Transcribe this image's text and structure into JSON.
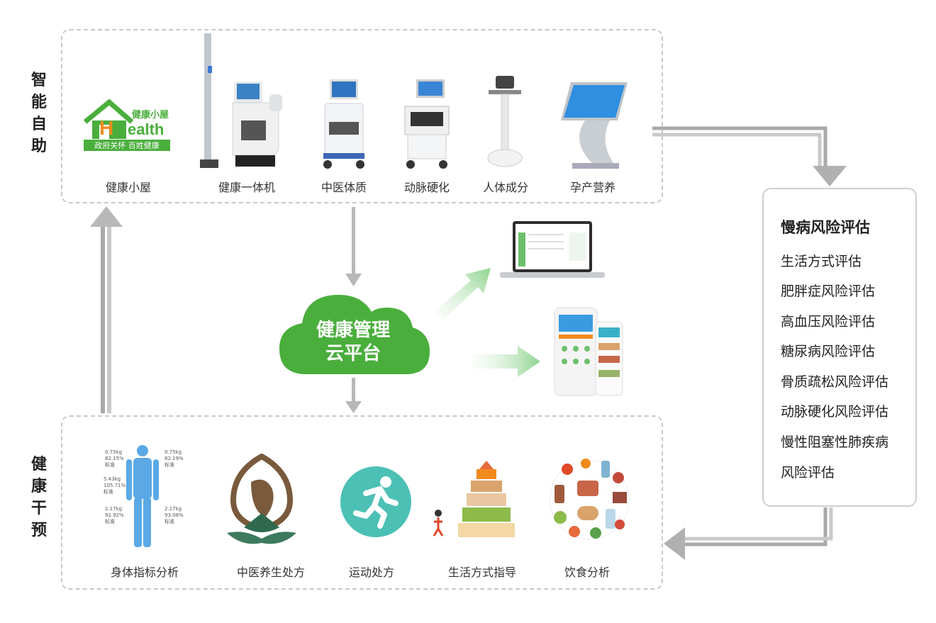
{
  "top_section": {
    "vertical_label": [
      "智",
      "能",
      "自",
      "助"
    ],
    "devices": [
      {
        "name": "健康小屋"
      },
      {
        "name": "健康一体机"
      },
      {
        "name": "中医体质"
      },
      {
        "name": "动脉硬化"
      },
      {
        "name": "人体成分"
      },
      {
        "name": "孕产营养"
      }
    ],
    "logo": {
      "top_text": "健康小屋",
      "main_text": "ealth",
      "letter": "H",
      "bottom_text": "政府关怀  百姓健康"
    }
  },
  "cloud": {
    "line1": "健康管理",
    "line2": "云平台"
  },
  "risk_panel": {
    "title": "慢病风险评估",
    "items": [
      "生活方式评估",
      "肥胖症风险评估",
      "高血压风险评估",
      "糖尿病风险评估",
      "骨质疏松风险评估",
      "动脉硬化风险评估",
      "慢性阻塞性肺疾病",
      "风险评估"
    ]
  },
  "bottom_section": {
    "vertical_label": [
      "健",
      "康",
      "干",
      "预"
    ],
    "items": [
      {
        "name": "身体指标分析"
      },
      {
        "name": "中医养生处方"
      },
      {
        "name": "运动处方"
      },
      {
        "name": "生活方式指导"
      },
      {
        "name": "饮食分析"
      }
    ],
    "body_metrics": {
      "left": [
        [
          "0.75kg",
          "82.15%",
          "标准"
        ],
        [
          "5.43kg",
          "105.71%",
          "标准"
        ],
        [
          "2.17kg",
          "92.92%",
          "标准"
        ]
      ],
      "right": [
        [
          "0.75kg",
          "82.19%",
          "标准"
        ],
        [
          "2.17kg",
          "93.08%",
          "标准"
        ]
      ]
    }
  },
  "colors": {
    "green": "#4aae3c",
    "arrow_gray": "#b8b8b8",
    "dashed": "#c8c8c8",
    "teal": "#4cc0b5"
  }
}
